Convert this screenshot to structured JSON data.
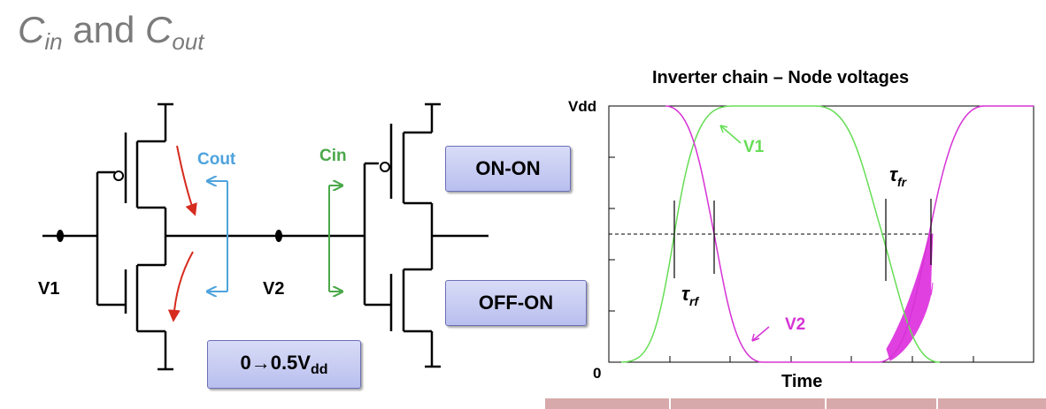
{
  "title": {
    "c1": "C",
    "sub1": "in",
    "mid": " and ",
    "c2": "C",
    "sub2": "out"
  },
  "circuit": {
    "v1_label": "V1",
    "v2_label": "V2",
    "cout_label": "Cout",
    "cin_label": "Cin",
    "colors": {
      "cout": "#4ea3dd",
      "cin": "#4aa84a",
      "current": "#d62b1f",
      "wire": "#000000"
    }
  },
  "boxes": {
    "on_on": "ON-ON",
    "off_on": "OFF-ON",
    "transition_main": "0→0.5V",
    "transition_sub": "dd"
  },
  "chart": {
    "title": "Inverter chain – Node voltages",
    "y_top_label": "Vdd",
    "y_bottom_label": "0",
    "x_label": "Time",
    "v1_label": "V1",
    "v2_label": "V2",
    "tau_fr_main": "τ",
    "tau_fr_sub": "fr",
    "tau_rf_main": "τ",
    "tau_rf_sub": "rf",
    "colors": {
      "v1": "#66dd55",
      "v2": "#d633d6",
      "fill": "#e040e0"
    }
  }
}
